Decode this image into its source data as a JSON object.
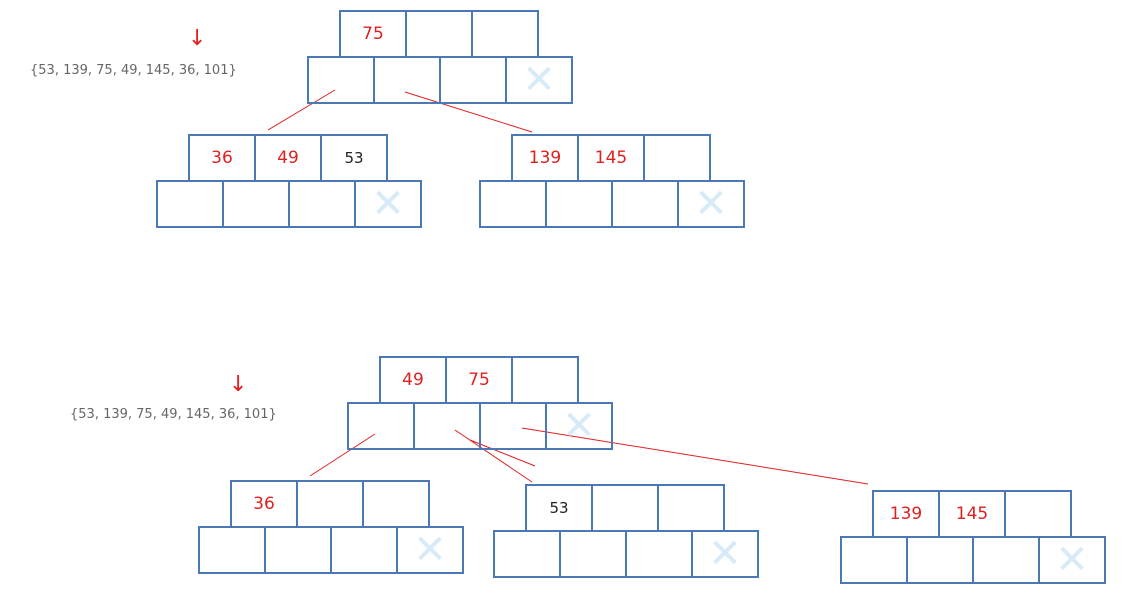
{
  "sequence_label": "{53, 139, 75, 49, 145, 36, 101}",
  "arrow_glyph": "↓",
  "colors": {
    "border": "#4a79b5",
    "highlight": "#e02020",
    "plain": "#222222",
    "null_mark": "#d6eaf7"
  },
  "diagrams": [
    {
      "sequence": "{53, 139, 75, 49, 145, 36, 101}",
      "root": {
        "keys": [
          "75",
          "",
          ""
        ]
      },
      "children": [
        {
          "keys": [
            "36",
            "49",
            "53"
          ]
        },
        {
          "keys": [
            "139",
            "145",
            ""
          ]
        }
      ]
    },
    {
      "sequence": "{53, 139, 75, 49, 145, 36, 101}",
      "root": {
        "keys": [
          "49",
          "75",
          ""
        ]
      },
      "children": [
        {
          "keys": [
            "36",
            "",
            ""
          ]
        },
        {
          "keys": [
            "53",
            "",
            ""
          ]
        },
        {
          "keys": [
            "139",
            "145",
            ""
          ]
        }
      ]
    }
  ]
}
